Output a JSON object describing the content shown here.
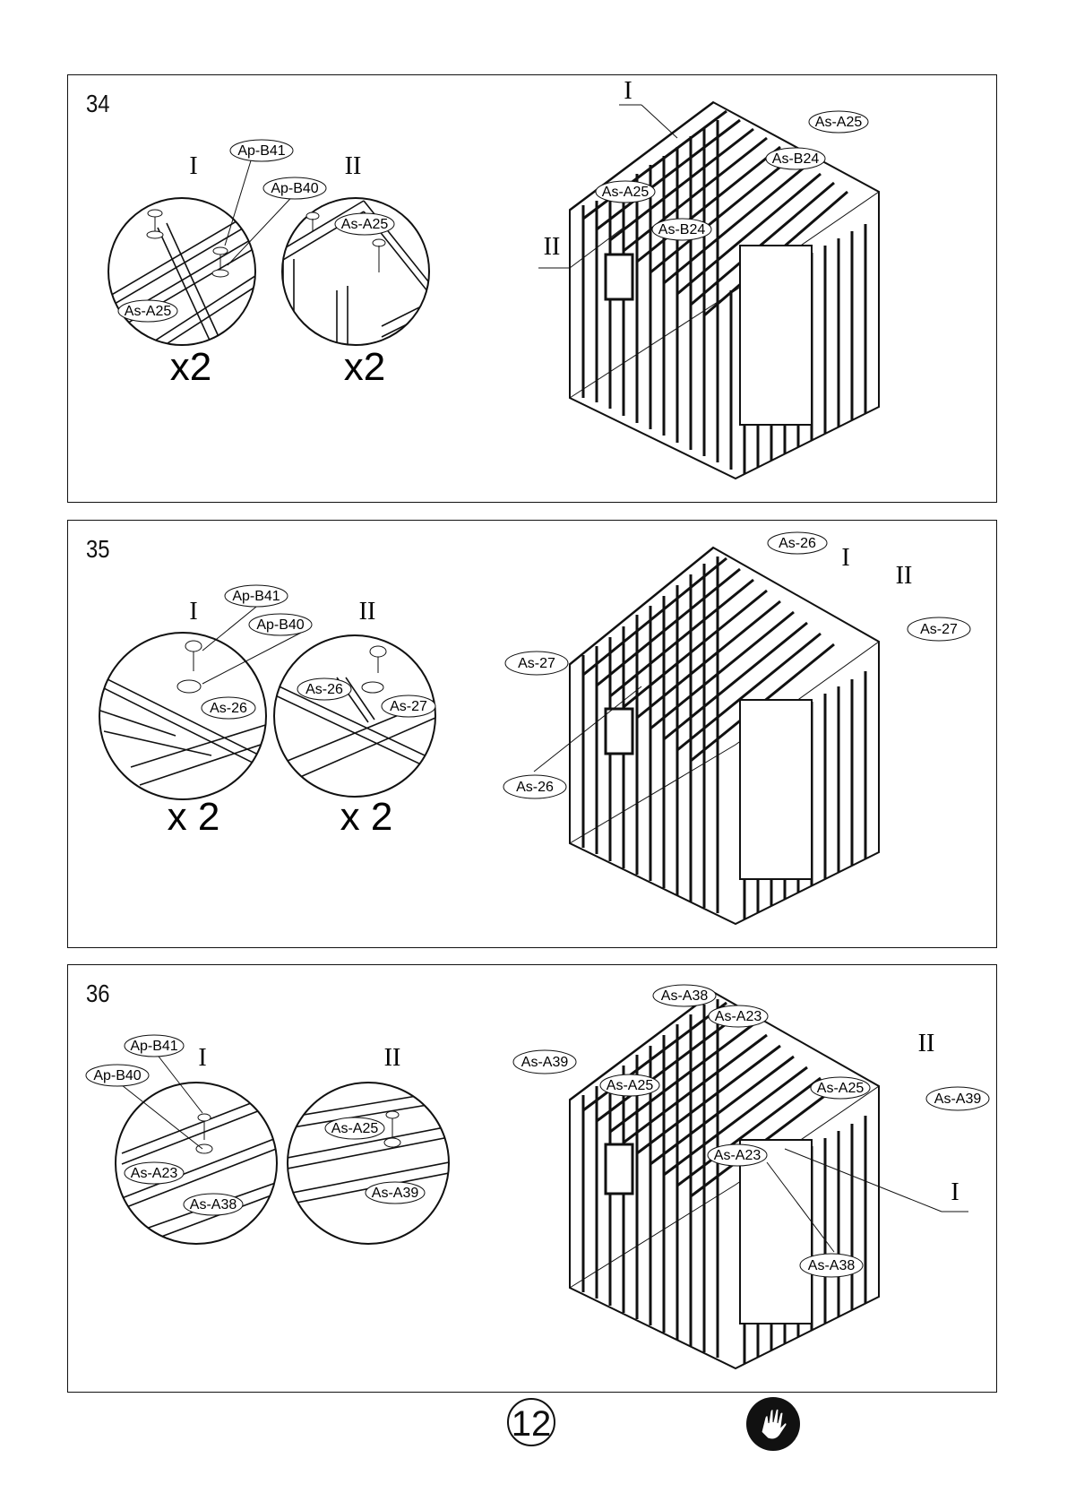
{
  "page_number": "12",
  "icons": {
    "glove": "protective-gloves-icon"
  },
  "steps": [
    {
      "number": "34",
      "detail_I": {
        "roman": "I",
        "labels": [
          "Ap-B41",
          "Ap-B40",
          "As-A25"
        ],
        "multiplier": "x2"
      },
      "detail_II": {
        "roman": "II",
        "labels": [
          "As-A25"
        ],
        "multiplier": "x2"
      },
      "overview": {
        "labels": [
          "I",
          "As-A25",
          "As-B24",
          "As-A25",
          "As-B24",
          "II"
        ]
      }
    },
    {
      "number": "35",
      "detail_I": {
        "roman": "I",
        "labels": [
          "Ap-B41",
          "Ap-B40",
          "As-26"
        ],
        "multiplier": "x 2"
      },
      "detail_II": {
        "roman": "II",
        "labels": [
          "As-26",
          "As-27"
        ],
        "multiplier": "x 2"
      },
      "overview": {
        "labels": [
          "As-26",
          "I",
          "II",
          "As-27",
          "As-27",
          "As-26"
        ]
      }
    },
    {
      "number": "36",
      "detail_I": {
        "roman": "I",
        "labels": [
          "Ap-B41",
          "Ap-B40",
          "As-A23",
          "As-A38"
        ]
      },
      "detail_II": {
        "roman": "II",
        "labels": [
          "As-A25",
          "As-A39"
        ]
      },
      "overview": {
        "labels": [
          "As-A38",
          "As-A23",
          "As-A39",
          "II",
          "As-A25",
          "As-A25",
          "As-A39",
          "As-A23",
          "I",
          "As-A38"
        ]
      }
    }
  ]
}
